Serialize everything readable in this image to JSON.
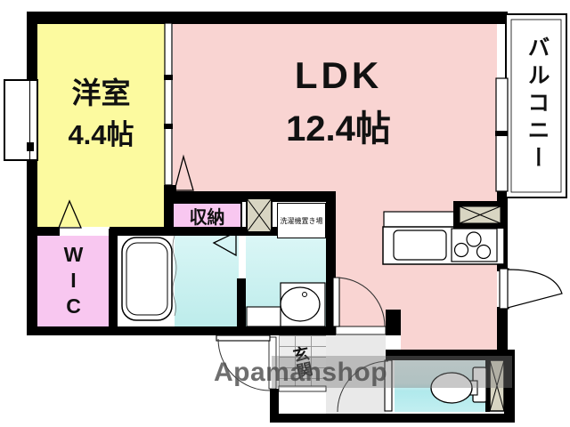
{
  "rooms": {
    "western": {
      "name": "洋室",
      "size": "4.4帖"
    },
    "ldk": {
      "name": "LDK",
      "size": "12.4帖"
    },
    "balcony": {
      "name": "バルコニー"
    },
    "storage": {
      "name": "収納"
    },
    "wic": {
      "name": "WIC"
    },
    "laundry": {
      "name": "洗濯機置き場"
    },
    "entrance": {
      "name": "玄関"
    }
  },
  "watermark": {
    "text": "Apamanshop"
  },
  "colors": {
    "western_room": "#fcfa9f",
    "ldk": "#f9d4d2",
    "closet_pink": "#f8c7f0",
    "wet_area_cyan": "#c7f0ef",
    "shaft_beige": "#d8d5c2",
    "wall": "#000000",
    "entrance_tile": "#ededed",
    "hall_gray": "#e9e9e9",
    "watermark_band": "#7d7d7d"
  }
}
